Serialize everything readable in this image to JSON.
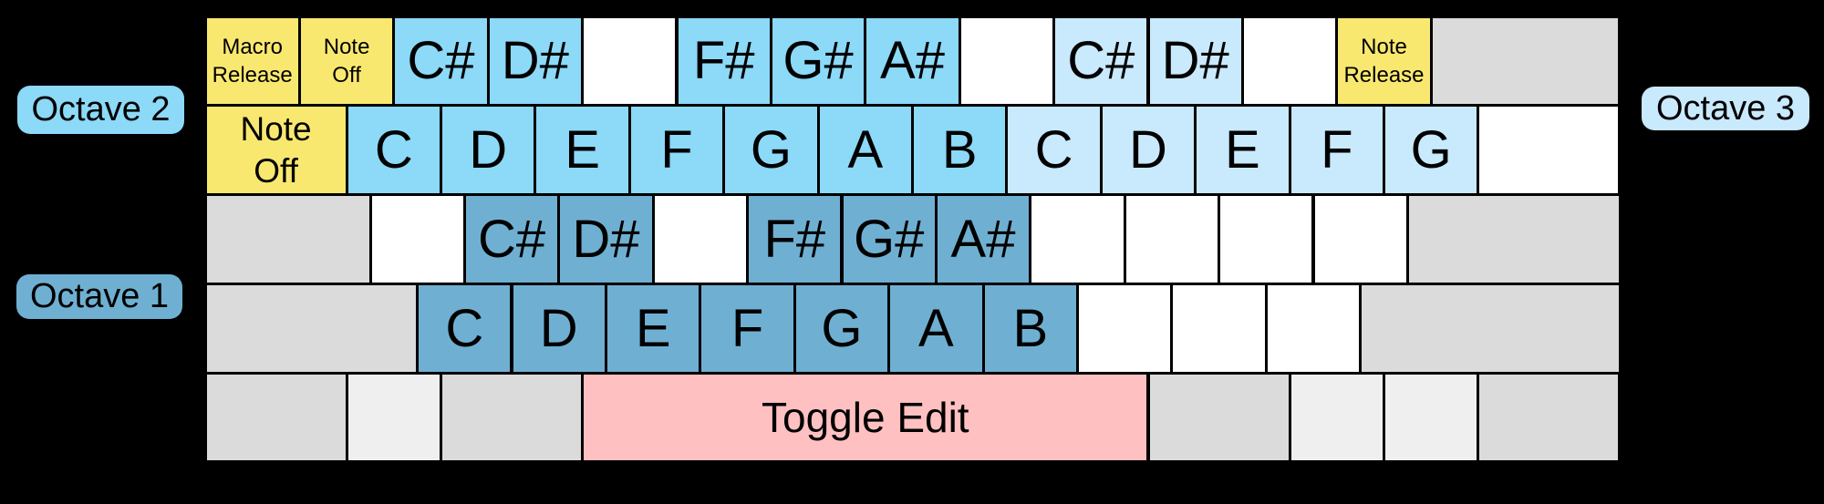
{
  "colors": {
    "background": "#000000",
    "text": "#000000",
    "key_border": "#000000",
    "octave1": "#6FB0D2",
    "octave2": "#8CD9F8",
    "octave3": "#C9E9FC",
    "yellow": "#F8E870",
    "pink": "#FFC0C2",
    "gray": "#DBDBDB",
    "lightgray": "#EFEFEF",
    "white": "#FFFFFF"
  },
  "legend": {
    "octave1": {
      "label": "Octave 1"
    },
    "octave2": {
      "label": "Octave 2"
    },
    "octave3": {
      "label": "Octave 3"
    }
  },
  "keyboard": {
    "rows": [
      {
        "keys": [
          {
            "u": 1,
            "color": "yellow",
            "size": "sm",
            "label": "Macro\nRelease",
            "name": "key-macro-release"
          },
          {
            "u": 1,
            "color": "yellow",
            "size": "sm",
            "label": "Note\nOff",
            "name": "key-note-off-small"
          },
          {
            "u": 1,
            "color": "octave2",
            "label": "C#",
            "name": "key-csharp-oct2"
          },
          {
            "u": 1,
            "color": "octave2",
            "label": "D#",
            "name": "key-dsharp-oct2"
          },
          {
            "u": 1,
            "color": "white",
            "label": "",
            "name": "blank-white-key"
          },
          {
            "u": 1,
            "color": "octave2",
            "label": "F#",
            "name": "key-fsharp-oct2"
          },
          {
            "u": 1,
            "color": "octave2",
            "label": "G#",
            "name": "key-gsharp-oct2"
          },
          {
            "u": 1,
            "color": "octave2",
            "label": "A#",
            "name": "key-asharp-oct2"
          },
          {
            "u": 1,
            "color": "white",
            "label": "",
            "name": "blank-white-key"
          },
          {
            "u": 1,
            "color": "octave3",
            "label": "C#",
            "name": "key-csharp-oct3"
          },
          {
            "u": 1,
            "color": "octave3",
            "label": "D#",
            "name": "key-dsharp-oct3"
          },
          {
            "u": 1,
            "color": "white",
            "label": "",
            "name": "blank-white-key"
          },
          {
            "u": 1,
            "color": "yellow",
            "size": "sm",
            "label": "Note\nRelease",
            "name": "key-note-release"
          },
          {
            "u": 2,
            "color": "gray",
            "label": "",
            "name": "gray-key"
          }
        ]
      },
      {
        "keys": [
          {
            "u": 1.5,
            "color": "yellow",
            "size": "md",
            "label": "Note\nOff",
            "name": "key-note-off"
          },
          {
            "u": 1,
            "color": "octave2",
            "label": "C",
            "name": "key-c-oct2"
          },
          {
            "u": 1,
            "color": "octave2",
            "label": "D",
            "name": "key-d-oct2"
          },
          {
            "u": 1,
            "color": "octave2",
            "label": "E",
            "name": "key-e-oct2"
          },
          {
            "u": 1,
            "color": "octave2",
            "label": "F",
            "name": "key-f-oct2"
          },
          {
            "u": 1,
            "color": "octave2",
            "label": "G",
            "name": "key-g-oct2"
          },
          {
            "u": 1,
            "color": "octave2",
            "label": "A",
            "name": "key-a-oct2"
          },
          {
            "u": 1,
            "color": "octave2",
            "label": "B",
            "name": "key-b-oct2"
          },
          {
            "u": 1,
            "color": "octave3",
            "label": "C",
            "name": "key-c-oct3"
          },
          {
            "u": 1,
            "color": "octave3",
            "label": "D",
            "name": "key-d-oct3"
          },
          {
            "u": 1,
            "color": "octave3",
            "label": "E",
            "name": "key-e-oct3"
          },
          {
            "u": 1,
            "color": "octave3",
            "label": "F",
            "name": "key-f-oct3"
          },
          {
            "u": 1,
            "color": "octave3",
            "label": "G",
            "name": "key-g-oct3"
          },
          {
            "u": 1.5,
            "color": "white",
            "label": "",
            "name": "blank-white-key"
          }
        ]
      },
      {
        "keys": [
          {
            "u": 1.75,
            "color": "gray",
            "label": "",
            "name": "gray-key"
          },
          {
            "u": 1,
            "color": "white",
            "label": "",
            "name": "blank-white-key"
          },
          {
            "u": 1,
            "color": "octave1",
            "label": "C#",
            "name": "key-csharp-oct1"
          },
          {
            "u": 1,
            "color": "octave1",
            "label": "D#",
            "name": "key-dsharp-oct1"
          },
          {
            "u": 1,
            "color": "white",
            "label": "",
            "name": "blank-white-key"
          },
          {
            "u": 1,
            "color": "octave1",
            "label": "F#",
            "name": "key-fsharp-oct1"
          },
          {
            "u": 1,
            "color": "octave1",
            "label": "G#",
            "name": "key-gsharp-oct1"
          },
          {
            "u": 1,
            "color": "octave1",
            "label": "A#",
            "name": "key-asharp-oct1"
          },
          {
            "u": 1,
            "color": "white",
            "label": "",
            "name": "blank-white-key"
          },
          {
            "u": 1,
            "color": "white",
            "label": "",
            "name": "blank-white-key"
          },
          {
            "u": 1,
            "color": "white",
            "label": "",
            "name": "blank-white-key"
          },
          {
            "u": 1,
            "color": "white",
            "label": "",
            "name": "blank-white-key"
          },
          {
            "u": 2.25,
            "color": "gray",
            "label": "",
            "name": "gray-key"
          }
        ]
      },
      {
        "keys": [
          {
            "u": 2.25,
            "color": "gray",
            "label": "",
            "name": "gray-key"
          },
          {
            "u": 1,
            "color": "octave1",
            "label": "C",
            "name": "key-c-oct1"
          },
          {
            "u": 1,
            "color": "octave1",
            "label": "D",
            "name": "key-d-oct1"
          },
          {
            "u": 1,
            "color": "octave1",
            "label": "E",
            "name": "key-e-oct1"
          },
          {
            "u": 1,
            "color": "octave1",
            "label": "F",
            "name": "key-f-oct1"
          },
          {
            "u": 1,
            "color": "octave1",
            "label": "G",
            "name": "key-g-oct1"
          },
          {
            "u": 1,
            "color": "octave1",
            "label": "A",
            "name": "key-a-oct1"
          },
          {
            "u": 1,
            "color": "octave1",
            "label": "B",
            "name": "key-b-oct1"
          },
          {
            "u": 1,
            "color": "white",
            "label": "",
            "name": "blank-white-key"
          },
          {
            "u": 1,
            "color": "white",
            "label": "",
            "name": "blank-white-key"
          },
          {
            "u": 1,
            "color": "white",
            "label": "",
            "name": "blank-white-key"
          },
          {
            "u": 2.75,
            "color": "gray",
            "label": "",
            "name": "gray-key"
          }
        ]
      },
      {
        "keys": [
          {
            "u": 1.5,
            "color": "gray",
            "label": "",
            "name": "gray-key"
          },
          {
            "u": 1,
            "color": "lightgray",
            "label": "",
            "name": "light-gray-key"
          },
          {
            "u": 1.5,
            "color": "gray",
            "label": "",
            "name": "gray-key"
          },
          {
            "u": 6,
            "color": "pink",
            "size": "xl",
            "label": "Toggle Edit",
            "name": "key-toggle-edit"
          },
          {
            "u": 1.5,
            "color": "gray",
            "label": "",
            "name": "gray-key"
          },
          {
            "u": 1,
            "color": "lightgray",
            "label": "",
            "name": "light-gray-key"
          },
          {
            "u": 1,
            "color": "lightgray",
            "label": "",
            "name": "light-gray-key"
          },
          {
            "u": 1.5,
            "color": "gray",
            "label": "",
            "name": "gray-key"
          }
        ]
      }
    ]
  }
}
